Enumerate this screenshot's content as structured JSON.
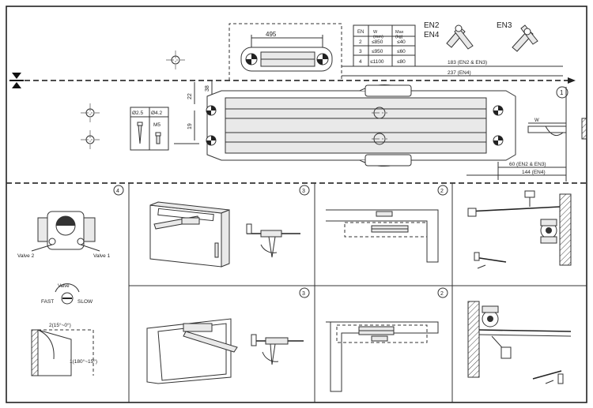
{
  "spec_table": {
    "headers": [
      "EN",
      "W\n(mm)",
      "Max\n(kg)"
    ],
    "rows": [
      [
        "2",
        "≤850",
        "≤40"
      ],
      [
        "3",
        "≤950",
        "≤60"
      ],
      [
        "4",
        "≤1100",
        "≤80"
      ]
    ]
  },
  "models": {
    "left": "EN2\nEN4",
    "right": "EN3"
  },
  "dimensions": {
    "d495": "495",
    "d183": "183 (EN2 & EN3)",
    "d237": "237 (EN4)",
    "d22": "22",
    "d38": "38",
    "d19": "19",
    "d60": "60 (EN2 & EN3)",
    "d144": "144 (EN4)"
  },
  "screws": {
    "left": "Ø2.5",
    "right": "Ø4.2",
    "thread": "M5"
  },
  "panel_numbers": [
    "1",
    "4",
    "3",
    "2",
    "3",
    "2"
  ],
  "valves": {
    "left": "Valve 2",
    "right": "Valve 1",
    "top": "Valve",
    "fast": "FAST",
    "slow": "SLOW"
  },
  "angles": {
    "top": "2(15°~0°)",
    "right": "1(180°~15°)"
  }
}
